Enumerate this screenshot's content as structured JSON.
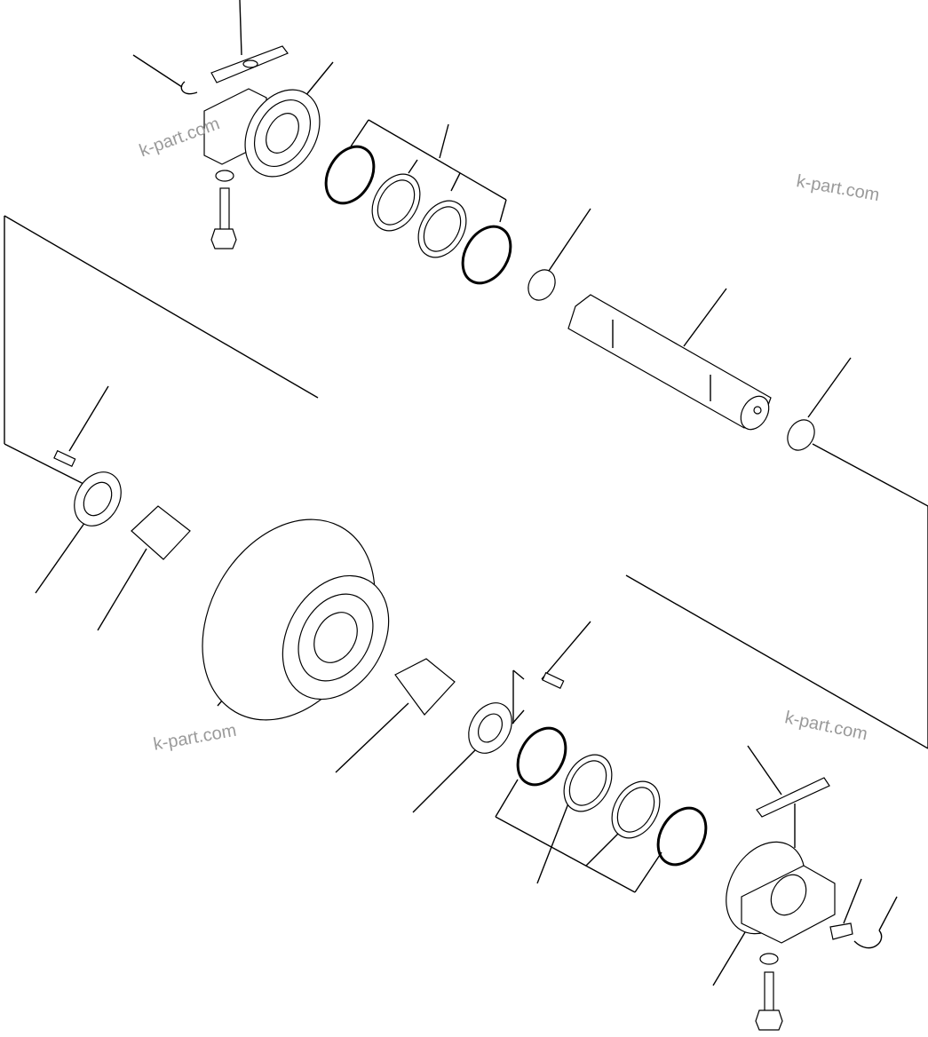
{
  "watermarks": [
    "k-part.com",
    "k-part.com",
    "k-part.com",
    "k-part.com"
  ],
  "colors": {
    "line": "#000000",
    "watermark": "#9a9a9a",
    "background": "#ffffff"
  }
}
